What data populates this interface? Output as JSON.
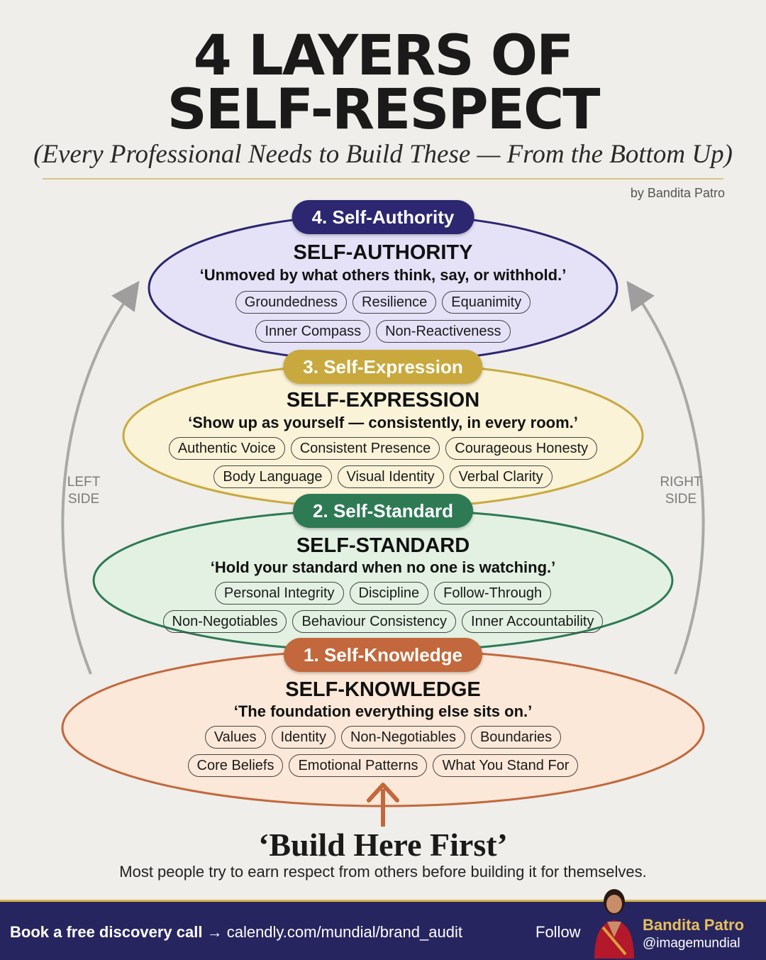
{
  "title": {
    "line1": "4 LAYERS OF",
    "line2": "SELF-RESPECT",
    "subtitle": "(Every Professional Needs to Build These — From the Bottom Up)",
    "byline": "by Bandita Patro"
  },
  "side_labels": {
    "left": [
      "LEFT",
      "SIDE"
    ],
    "right": [
      "RIGHT",
      "SIDE"
    ]
  },
  "layers": [
    {
      "pill": "4. Self-Authority",
      "heading": "SELF-AUTHORITY",
      "quote": "‘Unmoved by what others think, say, or withhold.’",
      "tags_row1": [
        "Groundedness",
        "Resilience",
        "Equanimity"
      ],
      "tags_row2": [
        "Inner Compass",
        "Non-Reactiveness"
      ],
      "color": "#2c2770",
      "fill": "#e5e2f8"
    },
    {
      "pill": "3. Self-Expression",
      "heading": "SELF-EXPRESSION",
      "quote": "‘Show up as yourself — consistently, in every room.’",
      "tags_row1": [
        "Authentic Voice",
        "Consistent Presence",
        "Courageous Honesty"
      ],
      "tags_row2": [
        "Body Language",
        "Visual Identity",
        "Verbal Clarity"
      ],
      "color": "#c9a93e",
      "fill": "#faf3d8"
    },
    {
      "pill": "2. Self-Standard",
      "heading": "SELF-STANDARD",
      "quote": "‘Hold your standard when no one is watching.’",
      "tags_row1": [
        "Personal Integrity",
        "Discipline",
        "Follow-Through"
      ],
      "tags_row2": [
        "Non-Negotiables",
        "Behaviour Consistency",
        "Inner Accountability"
      ],
      "color": "#2e7a55",
      "fill": "#e3f1e3"
    },
    {
      "pill": "1. Self-Knowledge",
      "heading": "SELF-KNOWLEDGE",
      "quote": "‘The foundation everything else sits on.’",
      "tags_row1": [
        "Values",
        "Identity",
        "Non-Negotiables",
        "Boundaries"
      ],
      "tags_row2": [
        "Core Beliefs",
        "Emotional Patterns",
        "What You Stand For"
      ],
      "color": "#c2683c",
      "fill": "#fbe8d8"
    }
  ],
  "bottom": {
    "headline": "‘Build Here First’",
    "note": "Most people try to earn respect from others before building it for themselves."
  },
  "footer": {
    "cta_bold": "Book a free discovery call",
    "cta_link": "→ calendly.com/mundial/brand_audit",
    "follow": "Follow",
    "name": "Bandita Patro",
    "handle": "@imagemundial"
  },
  "icons": {
    "arrow": "up-arrow-icon",
    "curved_arrow": "curved-arrow-icon"
  }
}
